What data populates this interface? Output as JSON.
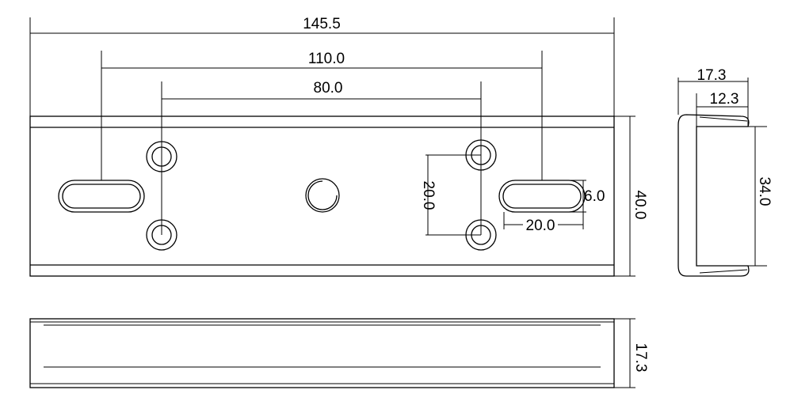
{
  "dimensions": {
    "overall_length": "145.5",
    "slot_spacing": "110.0",
    "hole_spacing_horizontal": "80.0",
    "hole_spacing_vertical": "20.0",
    "slot_width": "6.0",
    "slot_length": "20.0",
    "plate_height": "40.0",
    "bottom_view_thickness": "17.3",
    "side_view_outer_width": "17.3",
    "side_view_inner_width": "12.3",
    "side_view_inner_height": "34.0"
  },
  "colors": {
    "line": "#000000",
    "background": "#ffffff"
  }
}
